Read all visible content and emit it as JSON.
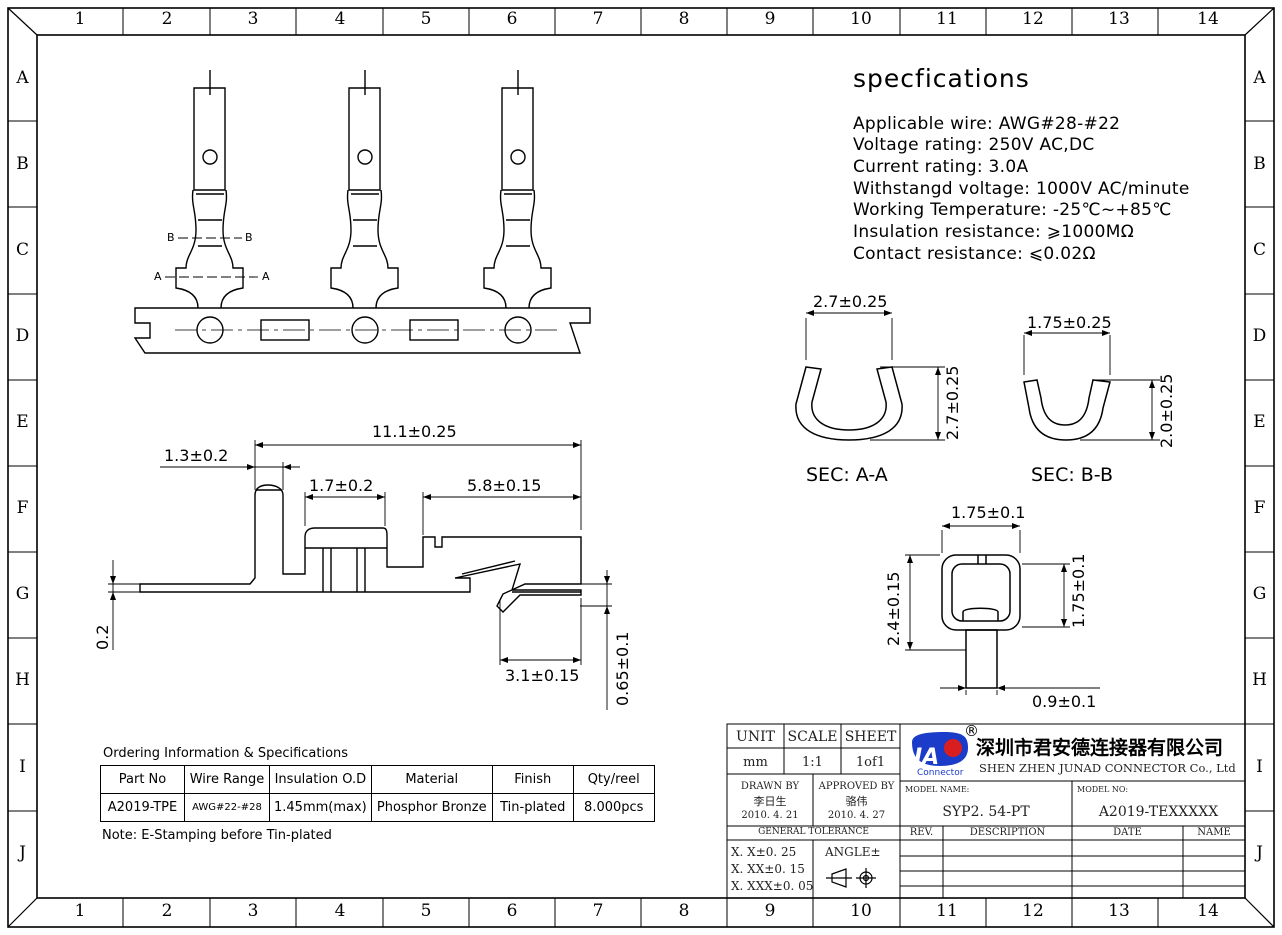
{
  "border": {
    "columns": [
      "1",
      "2",
      "3",
      "4",
      "5",
      "6",
      "7",
      "8",
      "9",
      "10",
      "11",
      "12",
      "13",
      "14"
    ],
    "rows": [
      "A",
      "B",
      "C",
      "D",
      "E",
      "F",
      "G",
      "H",
      "I",
      "J"
    ]
  },
  "specifications": {
    "title": "specfications",
    "lines": [
      "Applicable wire: AWG#28-#22",
      "Voltage rating: 250V AC,DC",
      "Current rating: 3.0A",
      "Withstangd voltage: 1000V AC/minute",
      "Working Temperature: -25℃~+85℃",
      "Insulation resistance: ⩾1000MΩ",
      "Contact resistance: ⩽0.02Ω"
    ]
  },
  "strip_view": {
    "section_marks": [
      "B",
      "B",
      "A",
      "A"
    ]
  },
  "side_view": {
    "dims": {
      "overall": "11.1±0.25",
      "tip": "1.3±0.2",
      "insulation_crimp": "1.7±0.2",
      "contact": "5.8±0.15",
      "spring": "3.1±0.15",
      "thickness": "0.2",
      "height": "0.65±0.1"
    }
  },
  "sections": {
    "sec_aa": {
      "label": "SEC: A-A",
      "width": "2.7±0.25",
      "height": "2.7±0.25"
    },
    "sec_bb": {
      "label": "SEC: B-B",
      "width": "1.75±0.25",
      "height": "2.0±0.25"
    },
    "end_view": {
      "width": "1.75±0.1",
      "height": "2.4±0.15",
      "inner_height": "1.75±0.1",
      "pin": "0.9±0.1"
    }
  },
  "ordering": {
    "caption": "Ordering Information & Specifications",
    "headers": [
      "Part No",
      "Wire Range",
      "Insulation O.D",
      "Material",
      "Finish",
      "Qty/reel"
    ],
    "row": [
      "A2019-TPE",
      "AWG#22-#28",
      "1.45mm(max)",
      "Phosphor Bronze",
      "Tin-plated",
      "8.000pcs"
    ],
    "note": "Note: E-Stamping before Tin-plated"
  },
  "title_block": {
    "unit_label": "UNIT",
    "unit_value": "mm",
    "scale_label": "SCALE",
    "scale_value": "1:1",
    "sheet_label": "SHEET",
    "sheet_value": "1of1",
    "drawn_by_label": "DRAWN BY",
    "drawn_by": "李日生",
    "drawn_date": "2010. 4. 21",
    "approved_by_label": "APPROVED BY",
    "approved_by": "骆伟",
    "approved_date": "2010. 4. 27",
    "tolerance_label": "GENERAL TOLERANCE",
    "tolerances": [
      "X. X±0. 25",
      "X. XX±0. 15",
      "X. XXX±0. 05"
    ],
    "angle_label": "ANGLE±",
    "logo_text": "JA",
    "logo_sub": "Connector",
    "registered": "®",
    "company_cn": "深圳市君安德连接器有限公司",
    "company_en": "SHEN ZHEN JUNAD CONNECTOR Co., Ltd",
    "model_name_label": "MODEL NAME:",
    "model_name": "SYP2. 54-PT",
    "model_no_label": "MODEL NO:",
    "model_no": "A2019-TEXXXXX",
    "rev_headers": [
      "REV.",
      "DESCRIPTION",
      "DATE",
      "NAME"
    ]
  }
}
